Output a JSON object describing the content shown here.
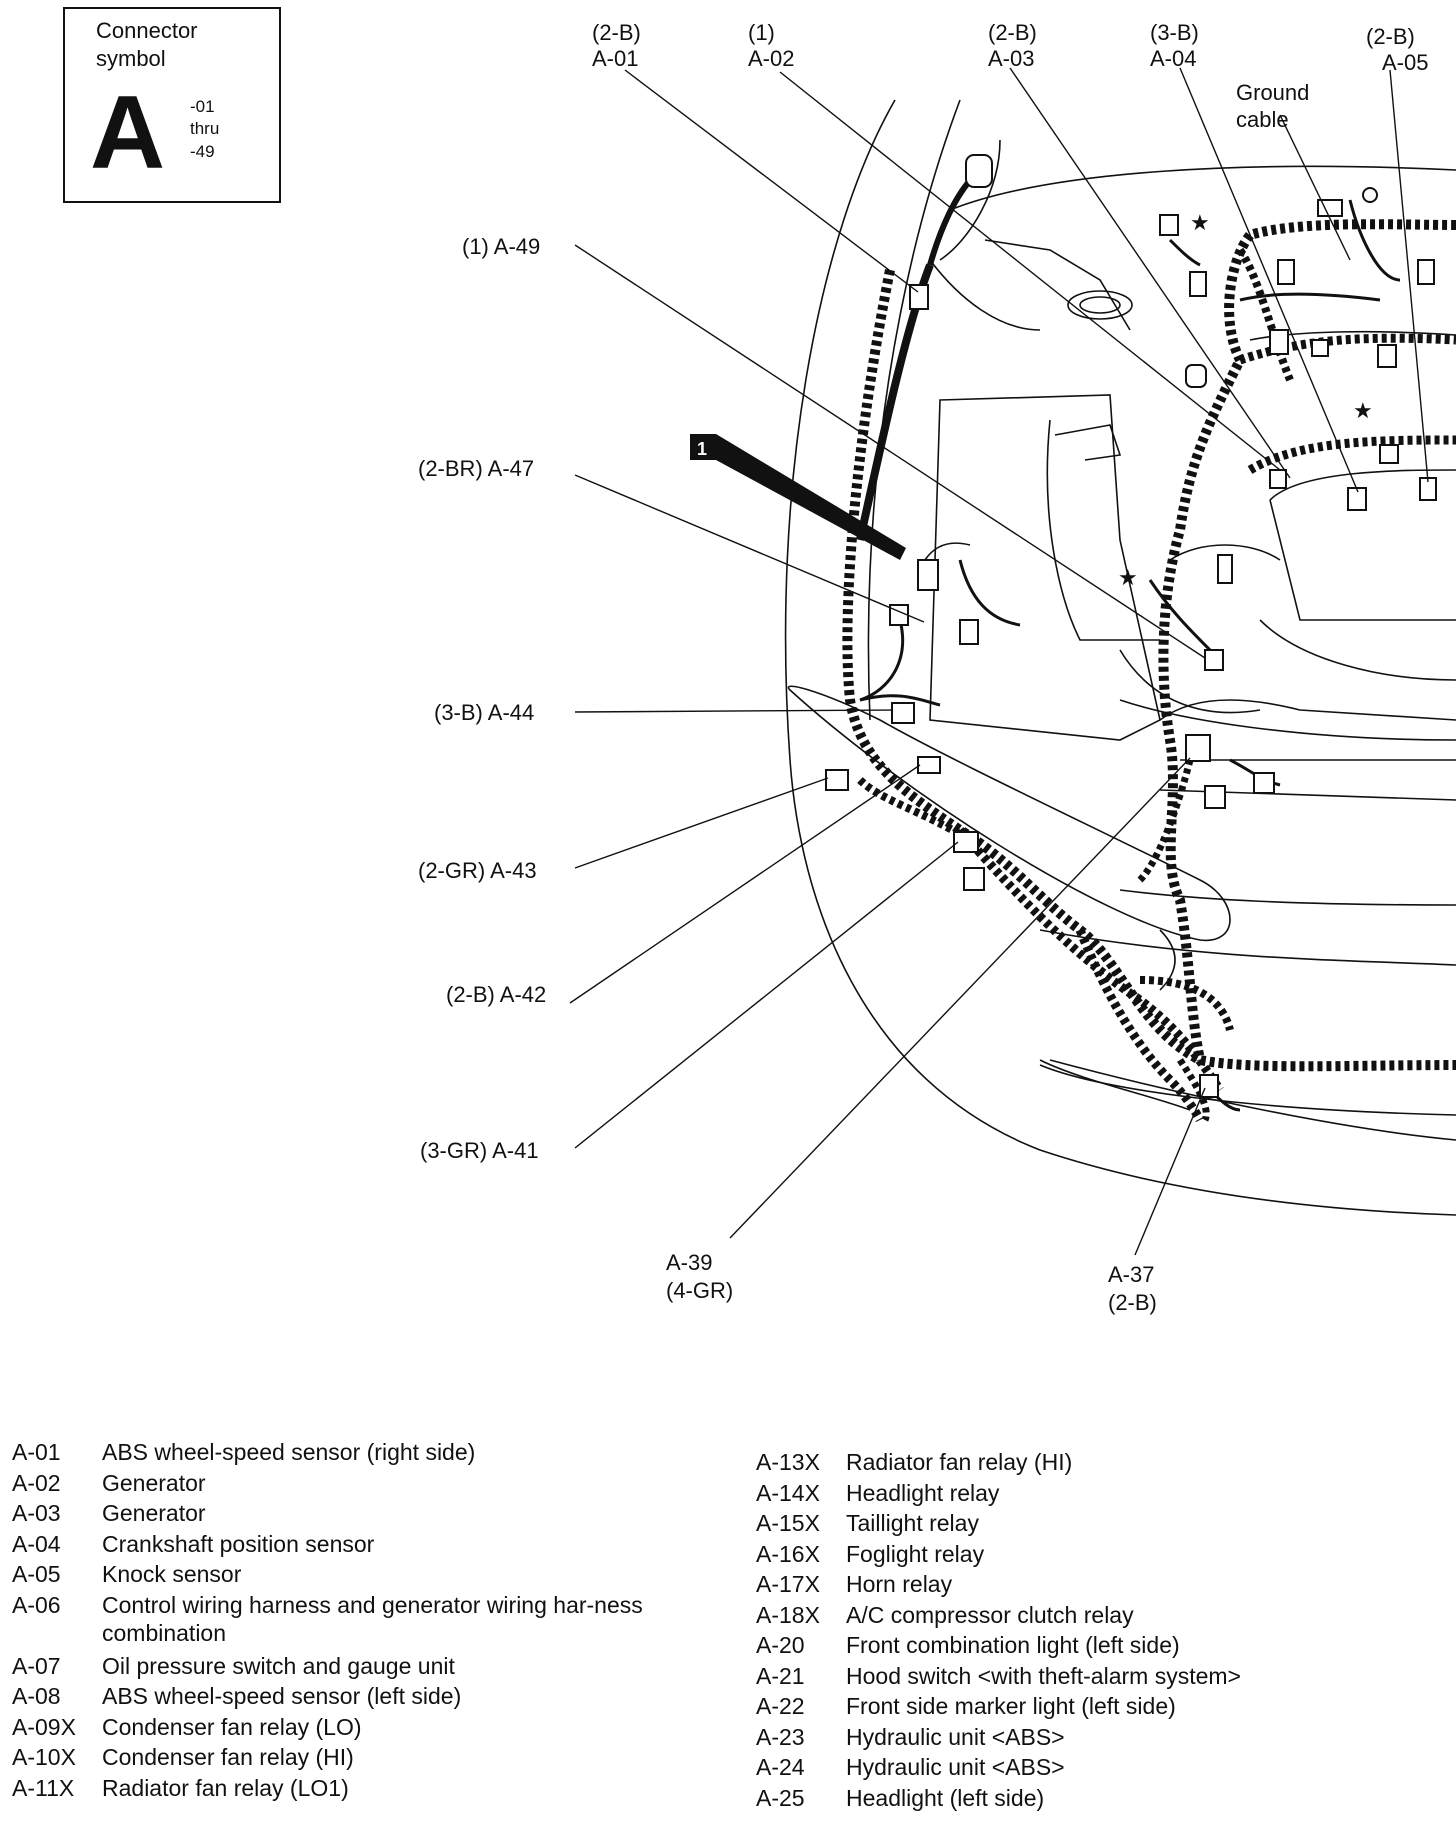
{
  "connector_symbol": {
    "title_line1": "Connector",
    "title_line2": "symbol",
    "letter": "A",
    "range_start": "-01",
    "range_mid": "thru",
    "range_end": "-49"
  },
  "callouts": {
    "a01_type": "(2-B)",
    "a01": "A-01",
    "a02_type": "(1)",
    "a02": "A-02",
    "a03_type": "(2-B)",
    "a03": "A-03",
    "a04_type": "(3-B)",
    "a04": "A-04",
    "a05_type": "(2-B)",
    "a05": "A-05",
    "ground_line1": "Ground",
    "ground_line2": "cable",
    "a49": "(1) A-49",
    "a47": "(2-BR) A-47",
    "a44": "(3-B) A-44",
    "a43": "(2-GR) A-43",
    "a42": "(2-B) A-42",
    "a41": "(3-GR) A-41",
    "a39": "A-39",
    "a39_type": "(4-GR)",
    "a37": "A-37",
    "a37_type": "(2-B)",
    "marker_1": "1"
  },
  "legend_left": [
    {
      "code": "A-01",
      "desc": "ABS wheel-speed sensor (right side)"
    },
    {
      "code": "A-02",
      "desc": "Generator"
    },
    {
      "code": "A-03",
      "desc": "Generator"
    },
    {
      "code": "A-04",
      "desc": "Crankshaft position sensor"
    },
    {
      "code": "A-05",
      "desc": "Knock sensor"
    },
    {
      "code": "A-06",
      "desc": "Control wiring harness and generator wiring har-ness combination"
    },
    {
      "code": "A-07",
      "desc": "Oil pressure switch and gauge unit"
    },
    {
      "code": "A-08",
      "desc": "ABS wheel-speed sensor (left side)"
    },
    {
      "code": "A-09X",
      "desc": "Condenser fan relay (LO)"
    },
    {
      "code": "A-10X",
      "desc": "Condenser fan relay (HI)"
    },
    {
      "code": "A-11X",
      "desc": "Radiator fan relay (LO1)"
    }
  ],
  "legend_right": [
    {
      "code": "A-13X",
      "desc": "Radiator fan relay (HI)"
    },
    {
      "code": "A-14X",
      "desc": "Headlight relay"
    },
    {
      "code": "A-15X",
      "desc": "Taillight relay"
    },
    {
      "code": "A-16X",
      "desc": "Foglight relay"
    },
    {
      "code": "A-17X",
      "desc": "Horn relay"
    },
    {
      "code": "A-18X",
      "desc": "A/C compressor clutch relay"
    },
    {
      "code": "A-20",
      "desc": "Front combination light (left side)"
    },
    {
      "code": "A-21",
      "desc": "Hood switch <with theft-alarm system>"
    },
    {
      "code": "A-22",
      "desc": "Front side marker light (left side)"
    },
    {
      "code": "A-23",
      "desc": "Hydraulic unit <ABS>"
    },
    {
      "code": "A-24",
      "desc": "Hydraulic unit <ABS>"
    },
    {
      "code": "A-25",
      "desc": "Headlight (left side)"
    }
  ]
}
